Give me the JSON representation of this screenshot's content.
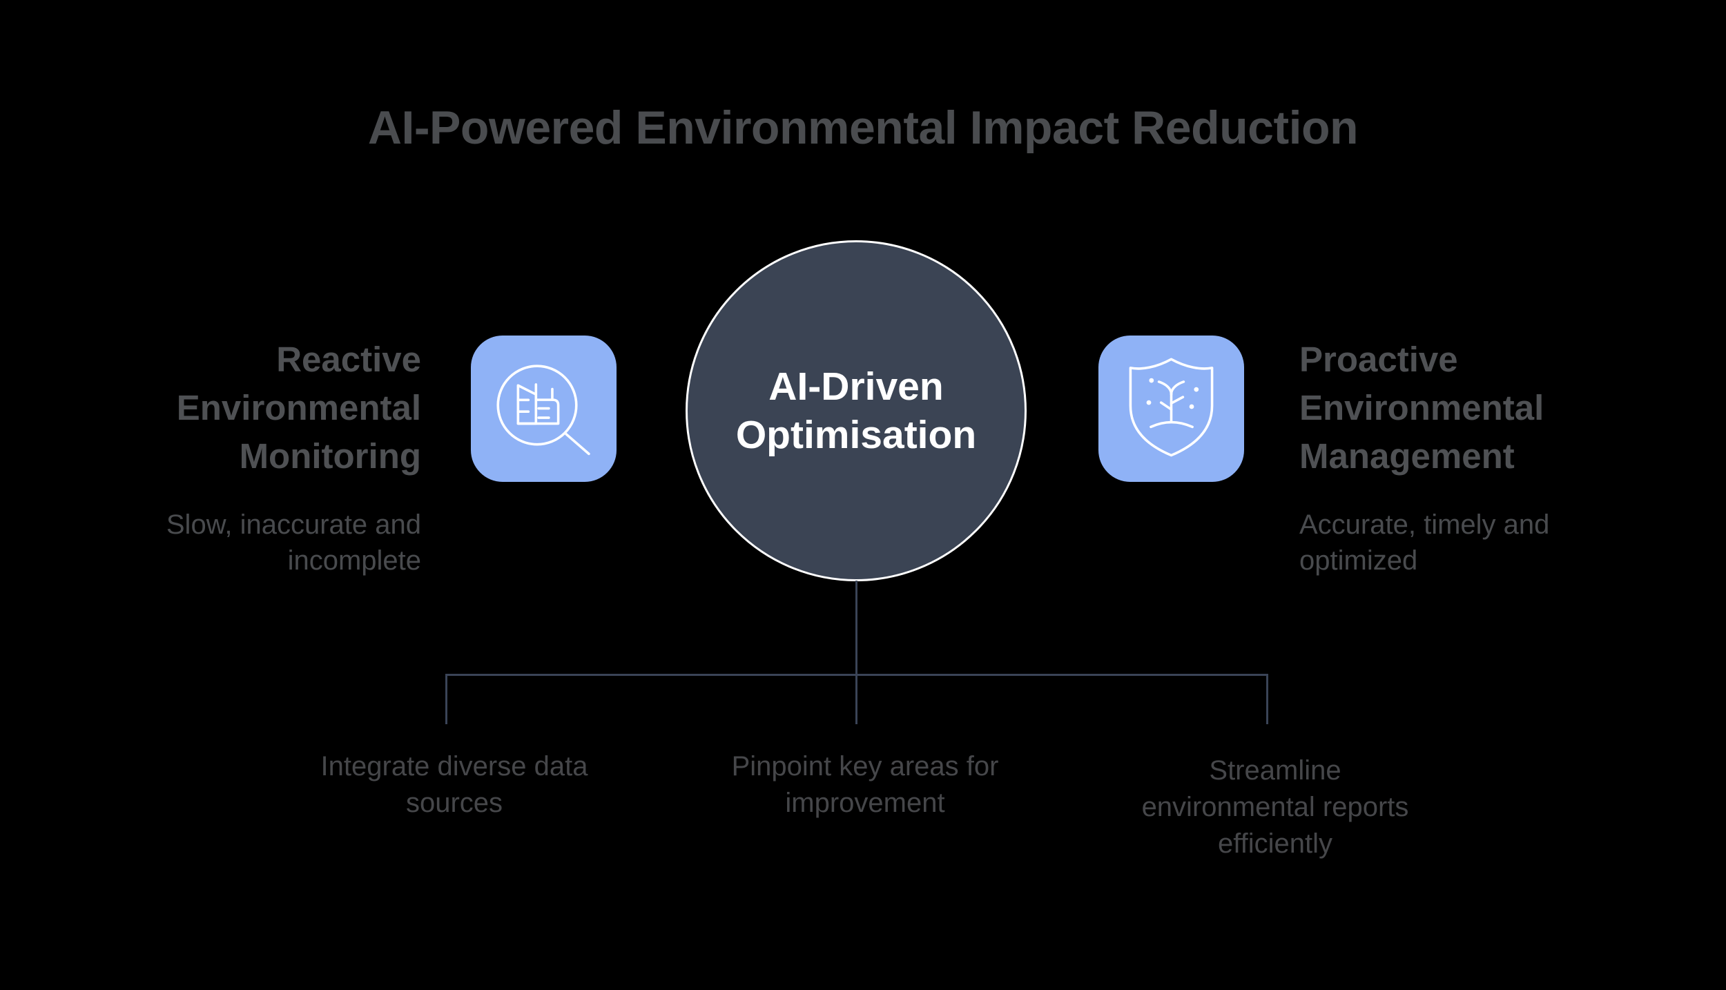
{
  "title": "AI-Powered Environmental Impact Reduction",
  "center_node": {
    "label": "AI-Driven Optimisation"
  },
  "left_panel": {
    "heading": "Reactive Environmental Monitoring",
    "description": "Slow, inaccurate and incomplete",
    "icon": "magnifier-building-icon"
  },
  "right_panel": {
    "heading": "Proactive Environmental Management",
    "description": "Accurate, timely and optimized",
    "icon": "shield-plant-icon"
  },
  "branches": [
    {
      "label": "Integrate diverse data sources"
    },
    {
      "label": "Pinpoint key areas for improvement"
    },
    {
      "label": "Streamline environmental reports efficiently"
    }
  ],
  "colors": {
    "background": "#000000",
    "title_text": "#4a4c4f",
    "heading_text": "#4f5154",
    "body_text": "#494b4e",
    "branch_text": "#46474a",
    "circle_fill": "#3b4454",
    "circle_border": "#ffffff",
    "circle_text": "#ffffff",
    "icon_tile": "#8fb2f6",
    "icon_stroke": "#ffffff",
    "connector_line": "#3a4457"
  }
}
